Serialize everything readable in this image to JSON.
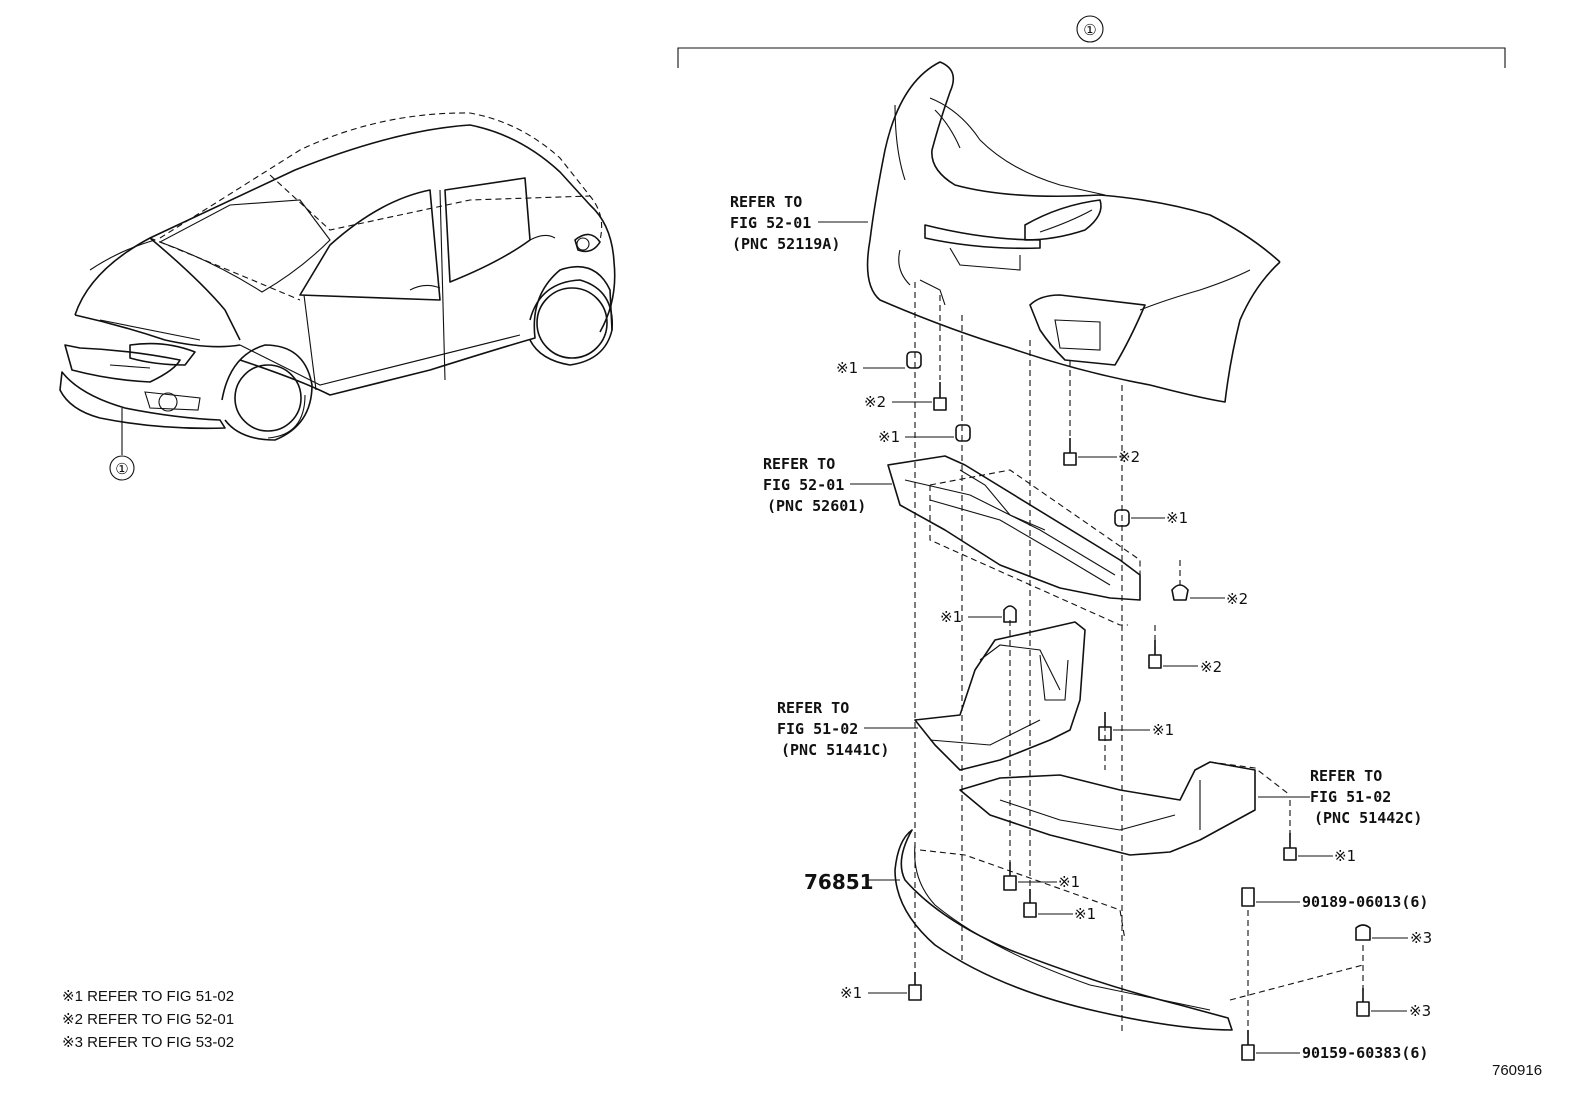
{
  "callout_symbol": "①",
  "callouts": {
    "car": "①",
    "assembly": "①"
  },
  "refer_labels": {
    "bumper_cover": [
      "REFER TO",
      "FIG 52-01",
      "(PNC 52119A)"
    ],
    "reinforcement": [
      "REFER TO",
      "FIG 52-01",
      "(PNC 52601)"
    ],
    "left_cover": [
      "REFER TO",
      "FIG 51-02",
      "(PNC 51441C)"
    ],
    "right_cover": [
      "REFER TO",
      "FIG 51-02",
      "(PNC 51442C)"
    ]
  },
  "part_number": "76851",
  "fasteners": [
    {
      "id": "m1a",
      "label": "※1"
    },
    {
      "id": "m2a",
      "label": "※2"
    },
    {
      "id": "m1b",
      "label": "※1"
    },
    {
      "id": "m2b",
      "label": "※2"
    },
    {
      "id": "m1c",
      "label": "※1"
    },
    {
      "id": "m2c",
      "label": "※2"
    },
    {
      "id": "m1d",
      "label": "※1"
    },
    {
      "id": "m2d",
      "label": "※2"
    },
    {
      "id": "m1e",
      "label": "※1"
    },
    {
      "id": "m1f",
      "label": "※1"
    },
    {
      "id": "m1g",
      "label": "※1"
    },
    {
      "id": "m1h",
      "label": "※1"
    },
    {
      "id": "m3a",
      "label": "※3"
    },
    {
      "id": "m3b",
      "label": "※3"
    },
    {
      "id": "m1i",
      "label": "※1"
    }
  ],
  "hardware": [
    {
      "id": "bolt",
      "label": "90189-06013(6)"
    },
    {
      "id": "screw",
      "label": "90159-60383(6)"
    }
  ],
  "legend": [
    "※1 REFER TO FIG 51-02",
    "※2 REFER TO FIG 52-01",
    "※3 REFER TO FIG 53-02"
  ],
  "figure_id": "760916"
}
